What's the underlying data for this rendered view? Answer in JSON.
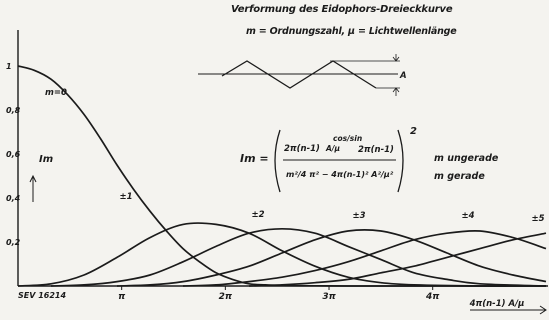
{
  "chart_data": {
    "type": "line",
    "title": "Verformung des Eidophors-Dreieckkurve",
    "subtitle": "m = Ordnungszahl, μ = Lichtwellenlänge",
    "xlabel": "4π(n-1) A/μ",
    "ylabel": "Im",
    "stamp": "SEV 16214",
    "x_ticks": [
      "π",
      "2π",
      "3π",
      "4π"
    ],
    "y_ticks": [
      "1",
      "0,8",
      "0,6",
      "0,4",
      "0,2"
    ],
    "xlim": [
      0,
      16.0
    ],
    "ylim": [
      0,
      1.0
    ],
    "grid": false,
    "amplitude_label": "A",
    "formula": {
      "lhs": "Im =",
      "num_1": "2π(n-1)",
      "num_frac": "A/μ",
      "num_trig": "cos/sin",
      "num_2": "2π(n-1)",
      "den": "m²/4 π² − 4π(n-1)² A²/μ²",
      "exponent": "2"
    },
    "formula_notes": [
      "m ungerade",
      "m gerade"
    ],
    "series": [
      {
        "name": "m=0",
        "x": [
          0,
          0.5,
          1,
          1.5,
          2,
          2.5,
          3,
          3.5,
          4,
          4.5,
          5,
          5.5,
          6,
          6.5,
          7,
          7.5,
          8,
          9,
          10,
          12,
          14,
          16
        ],
        "y": [
          1.0,
          0.98,
          0.94,
          0.87,
          0.78,
          0.67,
          0.55,
          0.44,
          0.34,
          0.25,
          0.17,
          0.11,
          0.06,
          0.03,
          0.01,
          0.005,
          0.002,
          0.001,
          0.0,
          0.0,
          0.0,
          0.0
        ]
      },
      {
        "name": "±1",
        "x": [
          0,
          1,
          2,
          3,
          4,
          5,
          6,
          7,
          8,
          9,
          10,
          11,
          12,
          14,
          16
        ],
        "y": [
          0.0,
          0.01,
          0.05,
          0.13,
          0.22,
          0.28,
          0.28,
          0.24,
          0.16,
          0.09,
          0.04,
          0.015,
          0.005,
          0.0,
          0.0
        ]
      },
      {
        "name": "±2",
        "x": [
          1,
          2,
          3,
          4,
          5,
          6,
          7,
          8,
          9,
          10,
          11,
          12,
          13,
          14,
          16
        ],
        "y": [
          0.0,
          0.005,
          0.02,
          0.05,
          0.11,
          0.18,
          0.24,
          0.26,
          0.24,
          0.18,
          0.12,
          0.06,
          0.03,
          0.01,
          0.0
        ]
      },
      {
        "name": "±3",
        "x": [
          3,
          4,
          5,
          6,
          7,
          8,
          9,
          10,
          11,
          12,
          13,
          14,
          15,
          16
        ],
        "y": [
          0.0,
          0.005,
          0.02,
          0.05,
          0.09,
          0.15,
          0.21,
          0.25,
          0.25,
          0.21,
          0.15,
          0.09,
          0.05,
          0.02
        ]
      },
      {
        "name": "±4",
        "x": [
          5,
          6,
          7,
          8,
          9,
          10,
          11,
          12,
          13,
          14,
          15,
          16
        ],
        "y": [
          0.0,
          0.005,
          0.02,
          0.04,
          0.07,
          0.11,
          0.16,
          0.21,
          0.24,
          0.25,
          0.22,
          0.17
        ]
      },
      {
        "name": "±5",
        "x": [
          7,
          8,
          9,
          10,
          11,
          12,
          13,
          14,
          15,
          16
        ],
        "y": [
          0.0,
          0.005,
          0.015,
          0.03,
          0.06,
          0.09,
          0.13,
          0.17,
          0.21,
          0.24
        ]
      }
    ]
  }
}
